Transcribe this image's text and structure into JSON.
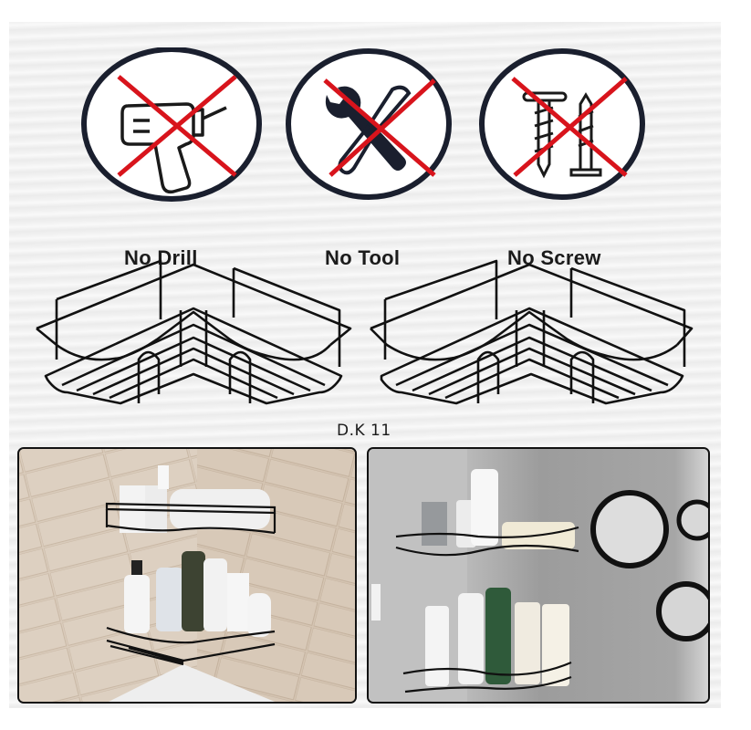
{
  "features": [
    {
      "label": "No Drill",
      "icon": "drill-crossed-icon"
    },
    {
      "label": "No Tool",
      "icon": "wrench-screwdriver-crossed-icon"
    },
    {
      "label": "No Screw",
      "icon": "screw-nail-crossed-icon"
    }
  ],
  "product": {
    "model": "D.K 11",
    "item_count": 2,
    "description_visual": "Black metal wire corner shower caddy shelf"
  },
  "photos": [
    {
      "name": "beige-tile-bathroom-scene",
      "shelves": 2
    },
    {
      "name": "grey-wall-bathroom-scene",
      "shelves": 2,
      "mirrors": 3
    }
  ],
  "colors": {
    "background": "#f1f1f1",
    "icon_ring": "#1a1f2e",
    "cross": "#d8141c",
    "wire": "#111111",
    "tile": "#d6c7b6",
    "grey_wall": "#a8a8a8"
  }
}
